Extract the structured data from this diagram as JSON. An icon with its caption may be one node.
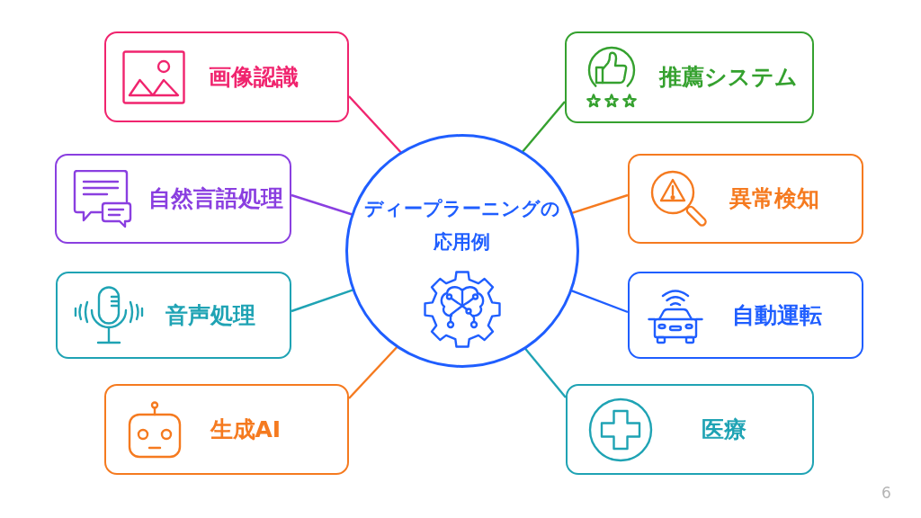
{
  "diagram": {
    "nodes": [
      {
        "text": [
          "ディープラーニングの応用例"
        ]
      },
      {
        "text": [
          "画像認識"
        ]
      },
      {
        "text": [
          "自然言語処理"
        ]
      },
      {
        "text": [
          "音声処理"
        ]
      },
      {
        "text": [
          "生成AI"
        ]
      },
      {
        "text": [
          "推薦システム"
        ]
      },
      {
        "text": [
          "異常検知"
        ]
      },
      {
        "text": [
          "自動運転"
        ]
      },
      {
        "text": [
          "医療"
        ]
      }
    ],
    "edges": [
      {
        "from": 0,
        "to": 1,
        "arrow": "none",
        "color": "#f0246e"
      },
      {
        "from": 0,
        "to": 2,
        "arrow": "none",
        "color": "#8a3fe0"
      },
      {
        "from": 0,
        "to": 3,
        "arrow": "none",
        "color": "#1fa3b4"
      },
      {
        "from": 0,
        "to": 4,
        "arrow": "none",
        "color": "#f57a1f"
      },
      {
        "from": 0,
        "to": 5,
        "arrow": "none",
        "color": "#35a12f"
      },
      {
        "from": 0,
        "to": 6,
        "arrow": "none",
        "color": "#f57a1f"
      },
      {
        "from": 0,
        "to": 7,
        "arrow": "none",
        "color": "#1f5eff"
      },
      {
        "from": 0,
        "to": 8,
        "arrow": "none",
        "color": "#1fa3b4"
      }
    ],
    "labels": [
      "6"
    ]
  }
}
